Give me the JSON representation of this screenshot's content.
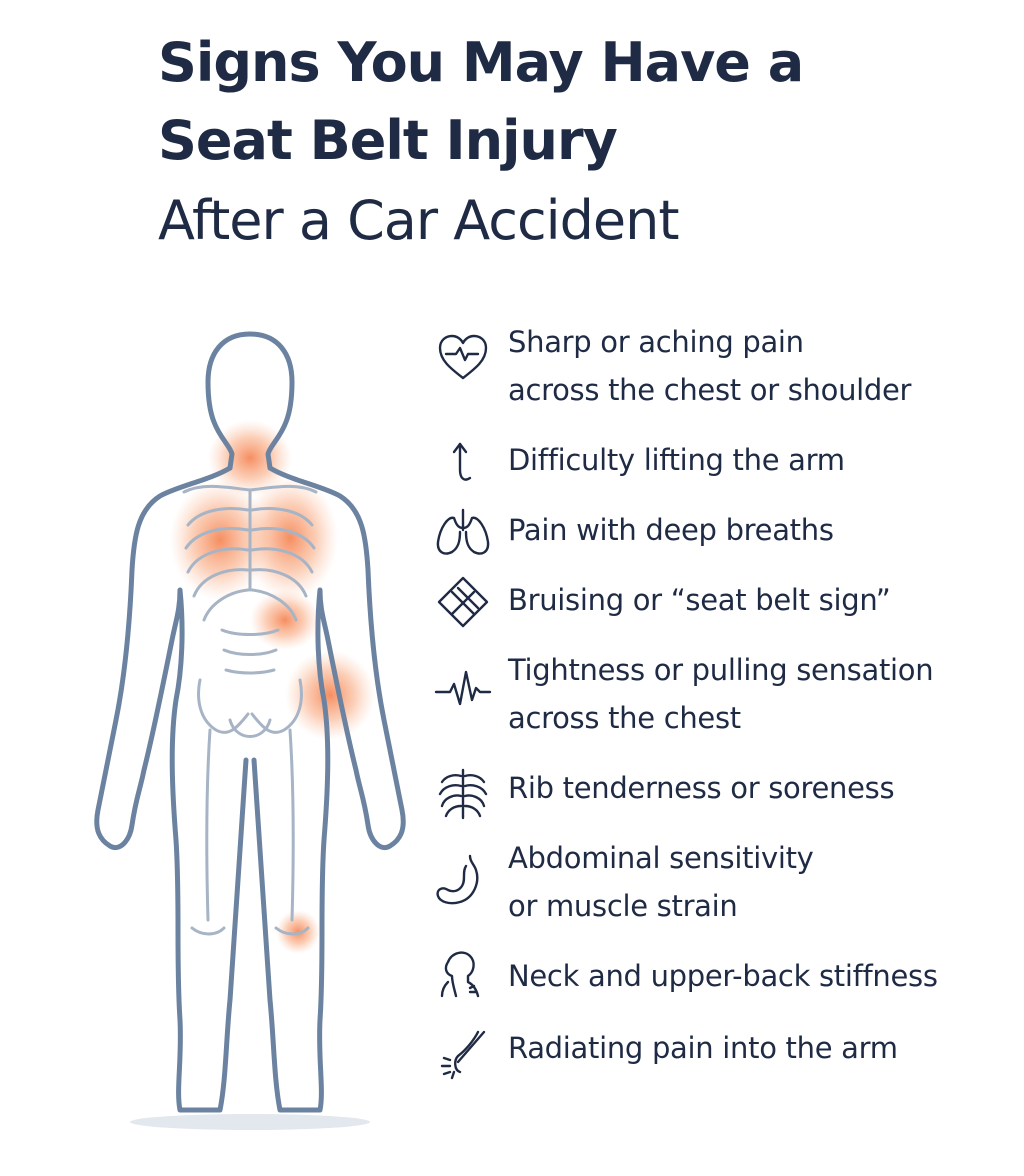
{
  "header": {
    "title_line1": "Signs You May Have a",
    "title_line2": "Seat Belt Injury",
    "subtitle": "After a Car Accident"
  },
  "colors": {
    "text": "#1f2a44",
    "outline": "#6b83a0",
    "highlight": "#f47a45"
  },
  "symptoms": [
    {
      "icon": "heart-pulse-icon",
      "line1": "Sharp or aching pain",
      "line2": "across the chest or shoulder"
    },
    {
      "icon": "lift-arrow-icon",
      "line1": "Difficulty lifting the arm",
      "line2": ""
    },
    {
      "icon": "lungs-icon",
      "line1": "Pain with deep breaths",
      "line2": ""
    },
    {
      "icon": "bruise-bandage-icon",
      "line1": "Bruising or “seat belt sign”",
      "line2": ""
    },
    {
      "icon": "ekg-line-icon",
      "line1": "Tightness or pulling sensation",
      "line2": "across the chest"
    },
    {
      "icon": "ribcage-icon",
      "line1": "Rib tenderness or soreness",
      "line2": ""
    },
    {
      "icon": "stomach-icon",
      "line1": "Abdominal sensitivity",
      "line2": "or muscle strain"
    },
    {
      "icon": "neck-back-icon",
      "line1": "Neck and upper-back stiffness",
      "line2": ""
    },
    {
      "icon": "radiating-pain-icon",
      "line1": "Radiating pain into the arm",
      "line2": ""
    }
  ]
}
